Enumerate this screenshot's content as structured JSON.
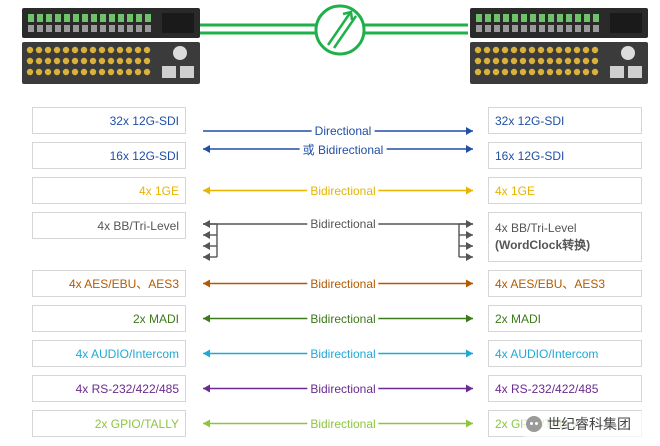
{
  "colors": {
    "link_green": "#1fb04a",
    "rack_dark": "#2a2a2a",
    "rack_panel": "#3b3b3b",
    "box_border": "#d6d6d6"
  },
  "link_icon": "link-bridge-icon",
  "rows": [
    {
      "left": "32x 12G-SDI",
      "right": "32x 12G-SDI",
      "label": "Directional",
      "color": "#1f4fa6",
      "arrow": "right",
      "label_color": "#1f4fa6"
    },
    {
      "left": "16x 12G-SDI",
      "right": "16x 12G-SDI",
      "label": "或 Bidirectional",
      "color": "#1f4fa6",
      "arrow": "both",
      "label_color": "#1f4fa6"
    },
    {
      "left": "4x 1GE",
      "right": "4x 1GE",
      "label": "Bidirectional",
      "color": "#e8b400",
      "arrow": "both",
      "label_color": "#e8b400"
    },
    {
      "left": "4x BB/Tri-Level",
      "right": "4x BB/Tri-Level",
      "right_sub": "(WordClock转换)",
      "label": "Bidirectional",
      "color": "#555555",
      "arrow": "fanout",
      "label_color": "#555555"
    },
    {
      "left": "4x AES/EBU、AES3",
      "right": "4x AES/EBU、AES3",
      "label": "Bidirectional",
      "color": "#b35a00",
      "arrow": "both",
      "label_color": "#b35a00"
    },
    {
      "left": "2x MADI",
      "right": "2x MADI",
      "label": "Bidirectional",
      "color": "#3c7a1a",
      "arrow": "both",
      "label_color": "#3c7a1a"
    },
    {
      "left": "4x AUDIO/Intercom",
      "right": "4x AUDIO/Intercom",
      "label": "Bidirectional",
      "color": "#1fa9d6",
      "arrow": "both",
      "label_color": "#1fa9d6"
    },
    {
      "left": "4x RS-232/422/485",
      "right": "4x RS-232/422/485",
      "label": "Bidirectional",
      "color": "#6a2a8f",
      "arrow": "both",
      "label_color": "#6a2a8f"
    },
    {
      "left": "2x GPIO/TALLY",
      "right": "2x GPIO/TALLY",
      "label": "Bidirectional",
      "color": "#8cc640",
      "arrow": "both",
      "label_color": "#8cc640"
    }
  ],
  "watermark": {
    "text": "世纪睿科集团",
    "icon": "wechat-icon"
  }
}
